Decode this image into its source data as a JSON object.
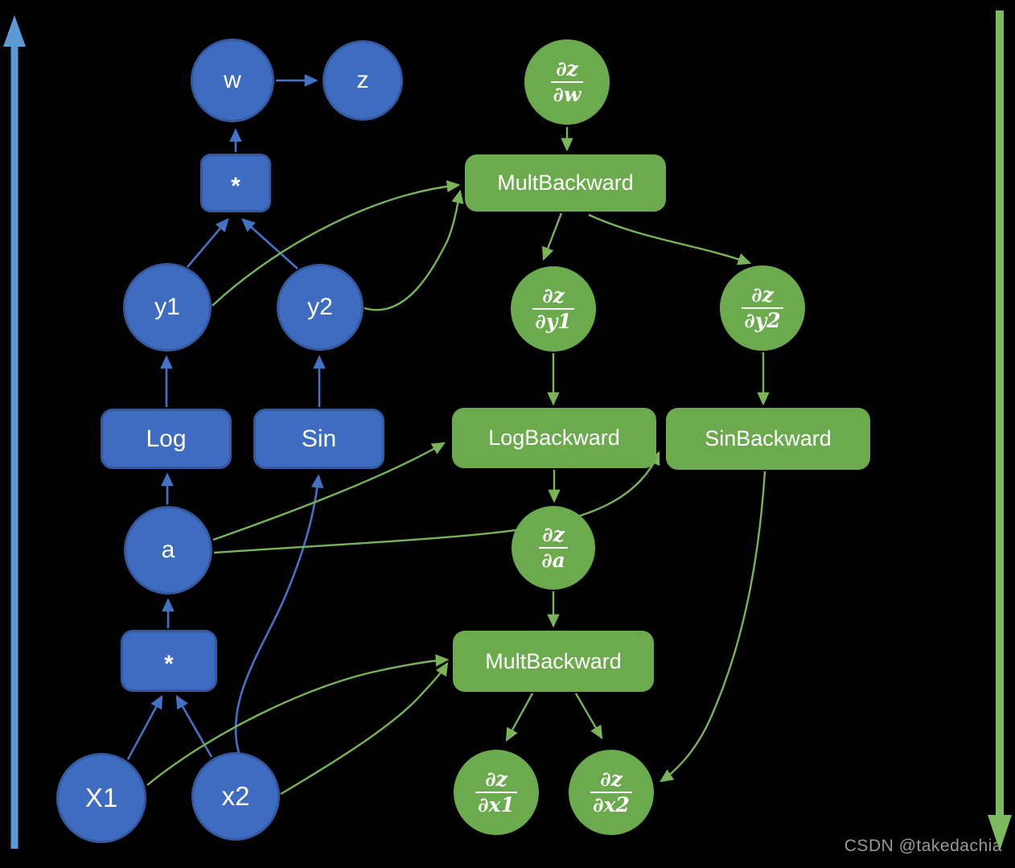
{
  "background": "#000000",
  "colors": {
    "forward_node_fill": "#3d6cc0",
    "forward_node_border": "#35599f",
    "forward_edge": "#4472c4",
    "backward_node_fill": "#6cab4d",
    "backward_edge": "#79b558",
    "forward_axis_arrow": "#5b9bd5",
    "backward_axis_arrow": "#7bba5d",
    "node_text": "#ffffff",
    "watermark_text": "#9a9a9a"
  },
  "axes": {
    "forward_axis": {
      "side": "left",
      "direction": "up",
      "color": "#5b9bd5"
    },
    "backward_axis": {
      "side": "right",
      "direction": "down",
      "color": "#7bba5d"
    }
  },
  "forward_nodes": {
    "w": "w",
    "z": "z",
    "mult_top": "*",
    "y1": "y1",
    "y2": "y2",
    "log": "Log",
    "sin": "Sin",
    "a": "a",
    "mult_bottom": "*",
    "x1": "X1",
    "x2": "x2"
  },
  "backward_nodes": {
    "dz_dw": {
      "num": "∂z",
      "den": "∂w"
    },
    "mult_backward_top": "MultBackward",
    "dz_dy1": {
      "num": "∂z",
      "den": "∂y1"
    },
    "dz_dy2": {
      "num": "∂z",
      "den": "∂y2"
    },
    "log_backward": "LogBackward",
    "sin_backward": "SinBackward",
    "dz_da": {
      "num": "∂z",
      "den": "∂a"
    },
    "mult_backward_bottom": "MultBackward",
    "dz_dx1": {
      "num": "∂z",
      "den": "∂x1"
    },
    "dz_dx2": {
      "num": "∂z",
      "den": "∂x2"
    }
  },
  "edges": {
    "forward": [
      {
        "from": "w",
        "to": "z"
      },
      {
        "from": "mult_top",
        "to": "w"
      },
      {
        "from": "y1",
        "to": "mult_top"
      },
      {
        "from": "y2",
        "to": "mult_top"
      },
      {
        "from": "Log",
        "to": "y1"
      },
      {
        "from": "Sin",
        "to": "y2"
      },
      {
        "from": "a",
        "to": "Log"
      },
      {
        "from": "mult_bottom",
        "to": "a"
      },
      {
        "from": "X1",
        "to": "mult_bottom"
      },
      {
        "from": "x2",
        "to": "mult_bottom"
      },
      {
        "from": "x2",
        "to": "Sin"
      }
    ],
    "backward": [
      {
        "from": "dz_dw",
        "to": "mult_backward_top"
      },
      {
        "from": "y1",
        "to": "mult_backward_top"
      },
      {
        "from": "y2",
        "to": "mult_backward_top"
      },
      {
        "from": "mult_backward_top",
        "to": "dz_dy1"
      },
      {
        "from": "mult_backward_top",
        "to": "dz_dy2"
      },
      {
        "from": "dz_dy1",
        "to": "log_backward"
      },
      {
        "from": "dz_dy2",
        "to": "sin_backward"
      },
      {
        "from": "a",
        "to": "log_backward"
      },
      {
        "from": "a",
        "to": "sin_backward"
      },
      {
        "from": "log_backward",
        "to": "dz_da"
      },
      {
        "from": "dz_da",
        "to": "mult_backward_bottom"
      },
      {
        "from": "X1",
        "to": "mult_backward_bottom"
      },
      {
        "from": "x2",
        "to": "mult_backward_bottom"
      },
      {
        "from": "mult_backward_bottom",
        "to": "dz_dx1"
      },
      {
        "from": "mult_backward_bottom",
        "to": "dz_dx2"
      },
      {
        "from": "sin_backward",
        "to": "dz_dx2"
      }
    ]
  },
  "watermark": {
    "text": "CSDN @takedachia"
  }
}
